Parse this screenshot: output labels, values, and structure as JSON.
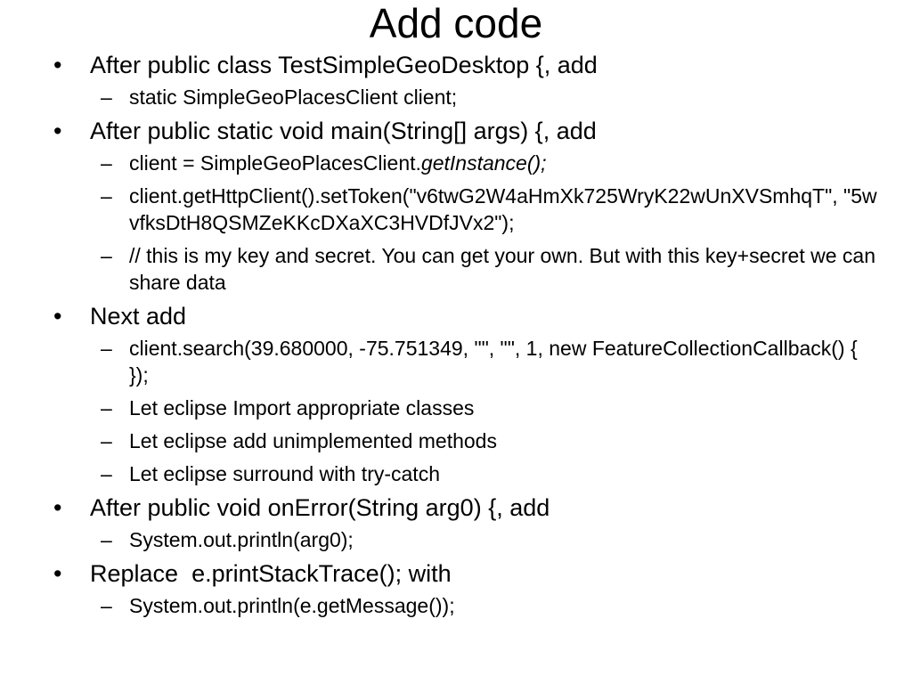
{
  "slide": {
    "title": "Add code",
    "bullet_glyph": "•",
    "dash_glyph": "–",
    "items": [
      {
        "text": "After public class TestSimpleGeoDesktop {, add",
        "sub": [
          {
            "text": "static SimpleGeoPlacesClient client;"
          }
        ]
      },
      {
        "text": "After public static void main(String[] args) {, add",
        "sub": [
          {
            "text": "client = SimpleGeoPlacesClient.",
            "italic": "getInstance();"
          },
          {
            "text": "client.getHttpClient().setToken(\"v6twG2W4aHmXk725WryK22wUnXVSmhqT\", \"5wvfksDtH8QSMZeKKcDXaXC3HVDfJVx2\");"
          },
          {
            "text": "// this is my key and secret. You can get your own. But with this key+secret we can share data"
          }
        ]
      },
      {
        "text": "Next add",
        "sub": [
          {
            "text": "client.search(39.680000, -75.751349, \"\", \"\", 1, new FeatureCollectionCallback() { });"
          },
          {
            "text": "Let eclipse Import appropriate classes"
          },
          {
            "text": "Let eclipse add unimplemented methods"
          },
          {
            "text": "Let eclipse surround with try-catch"
          }
        ]
      },
      {
        "text": "After public void onError(String arg0) {, add",
        "sub": [
          {
            "text": "System.out.println(arg0);"
          }
        ]
      },
      {
        "text": "Replace  e.printStackTrace(); with",
        "sub": [
          {
            "text": "System.out.println(e.getMessage());"
          }
        ]
      }
    ]
  }
}
